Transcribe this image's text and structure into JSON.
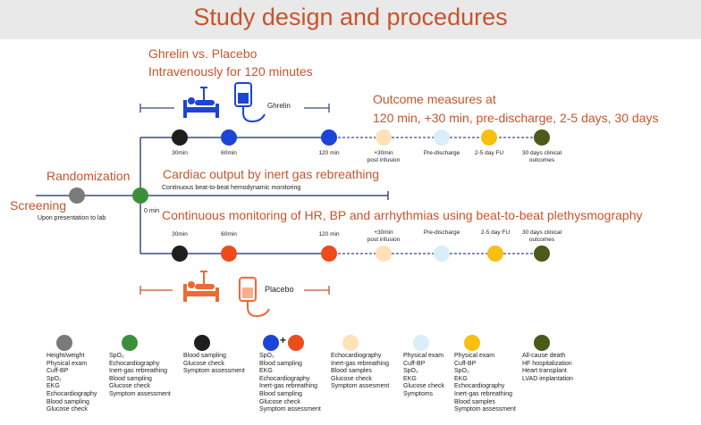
{
  "title": "Study design and procedures",
  "intervention": {
    "line1": "Ghrelin vs. Placebo",
    "line2": "Intravenously for 120 minutes"
  },
  "outcomes": {
    "line1": "Outcome measures at",
    "line2": "120 min, +30 min, pre-discharge, 2-5 days, 30 days"
  },
  "randomization_label": "Randomization",
  "screening_label": "Screening",
  "screening_sub": "Upon presentation to lab",
  "zero_min": "0 min",
  "cardiac_output_label": "Cardiac output by inert gas rebreathing",
  "hemodynamic_label": "Continuous beat-to-beat hemodynamic monitoring",
  "continuous_label": "Continuous monitoring of HR, BP and arrhythmias using beat-to-beat plethysmography",
  "ghrelin_arm": {
    "drug_label": "Ghrelin",
    "timepoints": [
      "30min",
      "60min",
      "120 min",
      "+30min\npost infusion",
      "Pre-discharge",
      "2-5 day FU",
      "30 days clinical\noutcomes"
    ]
  },
  "placebo_arm": {
    "drug_label": "Placebo",
    "timepoints": [
      "30min",
      "60min",
      "120 min",
      "+30min\npost infusion",
      "Pre-discharge",
      "2-5 day FU",
      "30 days clinical\noutcomes"
    ]
  },
  "colors": {
    "accent": "#c6552c",
    "screening": "#7a7a7a",
    "randomization": "#3c8f3a",
    "sampling": "#1f1f1f",
    "ghrelin": "#1c44d6",
    "placebo": "#ee4b1c",
    "post_infusion": "#fde2b8",
    "pre_discharge": "#d9eef8",
    "followup": "#f8bf10",
    "outcomes": "#4a5a18",
    "line": "#3c4a80"
  },
  "legend": [
    {
      "color": "screening",
      "text": "Height/weight\nPhysical exam\nCuff-BP\nSpO₂\nEKG\nEchocardiography\nBlood sampling\nGlucose check"
    },
    {
      "color": "randomization",
      "text": "SpO₂\nEchocardiography\nInert-gas rebreathing\nBlood sampling\nGlucose check\nSymptom assessment"
    },
    {
      "color": "sampling",
      "text": "Blood sampling\nGlucose check\nSymptom assessment"
    },
    {
      "color": "ghrelin_placebo",
      "text": "SpO₂\nBlood sampling\nEKG\nEchocardiography\nInert-gas rebreathing\nBlood sampling\nGlucose check\nSymptom assessment"
    },
    {
      "color": "post_infusion",
      "text": "Echocardiography\nInert-gas rebreathing\nBlood samples\nGlucose check\nSymptom assesment"
    },
    {
      "color": "pre_discharge",
      "text": "Physical exam\nCuff-BP\nSpO₂\nEKG\nGlucose check\nSymptoms"
    },
    {
      "color": "followup",
      "text": "Physical exam\nCuff-BP\nSpO₂\nEKG\nEchocardiography\nInert-gas rebreathing\nBlood samples\nSymptom assessment"
    },
    {
      "color": "outcomes",
      "text": "All-cause death\nHF hospitalization\nHeart transplant\nLVAD  implantation"
    }
  ],
  "legend_plus": "+"
}
